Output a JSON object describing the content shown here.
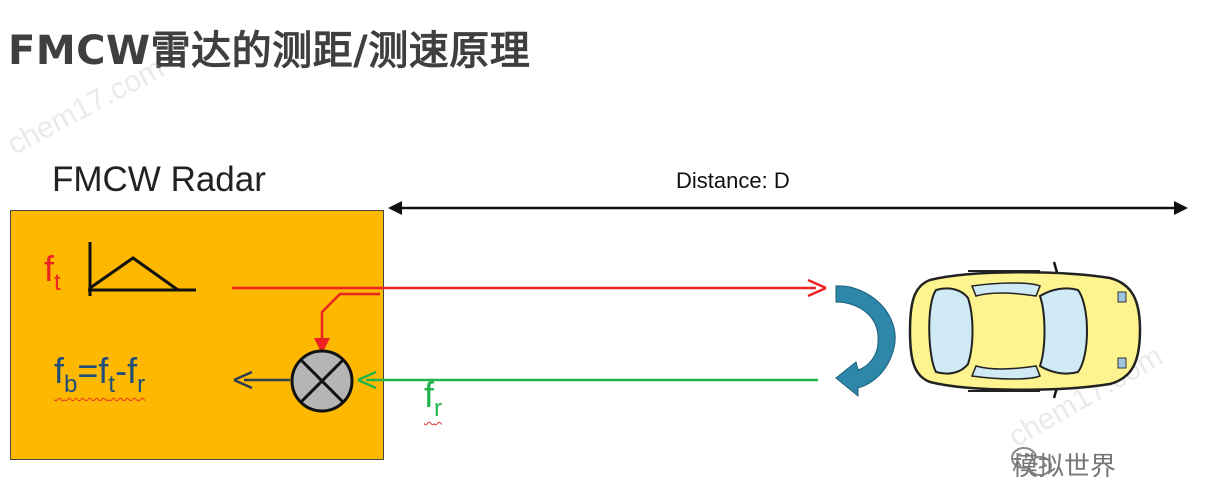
{
  "title": "FMCW雷达的测距/测速原理",
  "radar": {
    "label": "FMCW Radar",
    "box_color": "#ffb800"
  },
  "distance": {
    "label": "Distance: D"
  },
  "signals": {
    "transmit": {
      "base": "f",
      "sub": "t",
      "color": "#ee2222"
    },
    "receive": {
      "base": "f",
      "sub": "r",
      "color": "#22b24c"
    },
    "beat": {
      "prefix": "f",
      "sub_b": "b",
      "eq": "=f",
      "sub_t": "t",
      "minus": "-f",
      "sub_r": "r",
      "color": "#1f4e79"
    }
  },
  "icons": {
    "mixer": "mixer-icon",
    "chirp": "chirp-waveform-icon",
    "reflection": "reflection-arrow-icon",
    "target": "car-icon",
    "wechat": "wechat-icon"
  },
  "colors": {
    "reflection_arrow": "#2e86a8",
    "car_body": "#fdf48f",
    "car_window": "#cfe9f5"
  },
  "footer": {
    "text": "模拟世界"
  },
  "watermarks": {
    "top": "chem17.com",
    "bottom": "chem17.com"
  }
}
